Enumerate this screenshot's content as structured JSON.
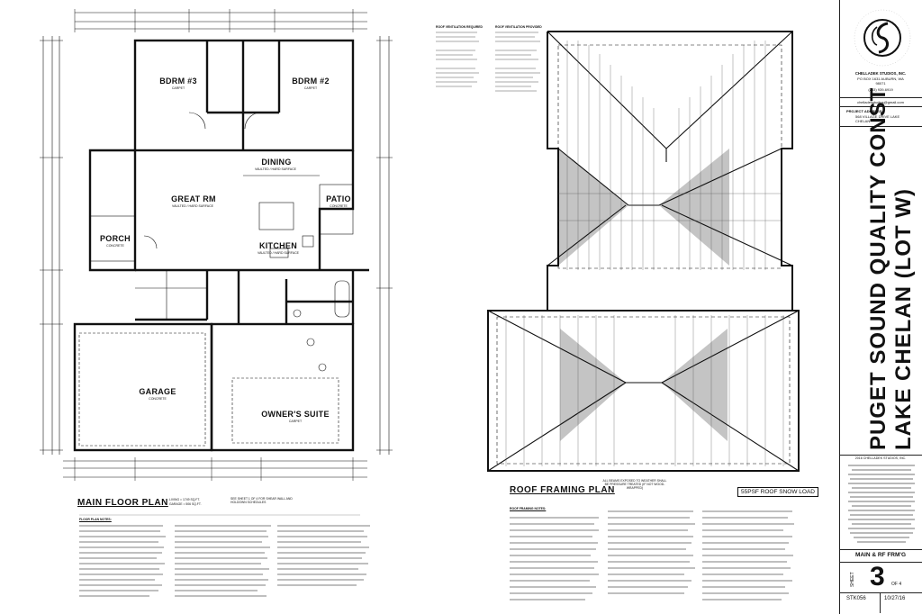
{
  "main_plan": {
    "title": "MAIN FLOOR PLAN",
    "living_area": "LIVING = 1749 SQ.FT.",
    "garage_area": "GARAGE = 506 SQ.FT.",
    "see_sheet_note": "SEE SHEET 1 OF 4 FOR SHEAR WALL AND HOLDOWN SCHEDULES",
    "notes_heading": "FLOOR PLAN NOTES:",
    "rooms": [
      {
        "id": "bdrm3",
        "name": "BDRM #3",
        "sub": "CARPET"
      },
      {
        "id": "bdrm2",
        "name": "BDRM #2",
        "sub": "CARPET"
      },
      {
        "id": "dining",
        "name": "DINING",
        "sub": "VAULTED / HARD SURFACE"
      },
      {
        "id": "great",
        "name": "GREAT RM",
        "sub": "VAULTED / HARD SURFACE"
      },
      {
        "id": "patio",
        "name": "PATIO",
        "sub": "CONCRETE"
      },
      {
        "id": "porch",
        "name": "PORCH",
        "sub": "CONCRETE"
      },
      {
        "id": "kitchen",
        "name": "KITCHEN",
        "sub": "VAULTED / HARD SURFACE"
      },
      {
        "id": "garage",
        "name": "GARAGE",
        "sub": "CONCRETE"
      },
      {
        "id": "owner",
        "name": "OWNER'S SUITE",
        "sub": "CARPET"
      }
    ]
  },
  "roof_plan": {
    "title": "ROOF FRAMING PLAN",
    "snow_load": "55PSF ROOF SNOW LOAD",
    "heather_note": "ALL BEAMS EXPOSED TO WEATHER SHALL BE PRESSURE TREATED (IF NOT WOOD-WRAPPED)",
    "notes_heading": "ROOF FRAMING NOTES:",
    "vent_heading_left": "ROOF VENTILATION REQUIRED",
    "vent_heading_right": "ROOF VENTILATION PROVIDED"
  },
  "title_block": {
    "company": "CHELLADEK STUDIOS, INC.",
    "address": "PO BOX 1631 AUBURN, WA 98071",
    "phone": "(253) 939-6919",
    "email": "chelladekstudios@gmail.com",
    "project_label": "PROJECT ADDRESS:",
    "project_address": "568 VILLAGE DRIVE LAKE CHELAN",
    "project_title": "PUGET SOUND QUALITY CONST",
    "project_subtitle": "LAKE CHELAN (LOT W)",
    "sheet_desc": "MAIN & RF FRM'G",
    "sheet_label": "SHEET",
    "sheet_number": "3",
    "sheet_of": "OF 4",
    "job_number": "STK056",
    "date": "10/27/16",
    "copyright": "2016 CHELLADEK STUDIOS, INC."
  },
  "colors": {
    "ink": "#111111",
    "hatch": "#bfbfbf",
    "paper": "#ffffff"
  }
}
